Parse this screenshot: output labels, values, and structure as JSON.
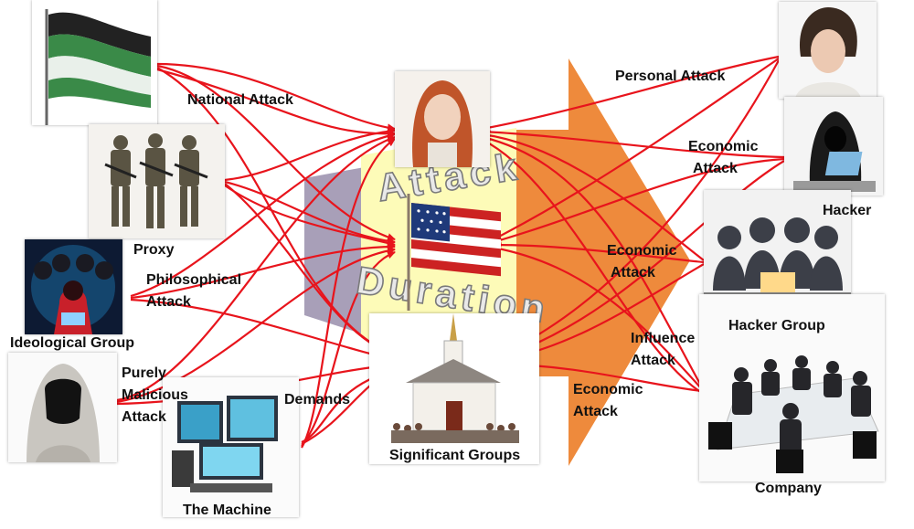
{
  "center": {
    "title_top": "Attack",
    "title_bottom": "Duration"
  },
  "actors_left": {
    "flag": {
      "icon": "national-flag-icon"
    },
    "proxy": {
      "label": "Proxy",
      "icon": "soldiers-icon"
    },
    "ideological_group": {
      "label": "Ideological Group",
      "icon": "hooded-group-icon"
    },
    "purely_malicious": {
      "icon": "hooded-figure-icon"
    },
    "machine": {
      "label": "The Machine",
      "icon": "computer-workstation-icon"
    }
  },
  "targets": {
    "person": {
      "icon": "woman-portrait-icon"
    },
    "nation": {
      "icon": "us-flag-icon"
    },
    "significant_groups": {
      "label": "Significant Groups",
      "icon": "church-icon"
    }
  },
  "actors_right": {
    "individual": {
      "icon": "person-portrait-icon"
    },
    "hacker": {
      "label": "Hacker",
      "icon": "hacker-icon"
    },
    "hacker_group": {
      "label": "Hacker Group",
      "icon": "hacker-group-icon"
    },
    "company": {
      "label": "Company",
      "icon": "meeting-room-icon"
    }
  },
  "edge_labels": {
    "national_attack": "National Attack",
    "philosophical_1": "Philosophical",
    "philosophical_2": "Attack",
    "purely_1": "Purely",
    "purely_2": "Malicious",
    "purely_3": "Attack",
    "demands": "Demands",
    "personal_attack": "Personal Attack",
    "economic_a1": "Economic",
    "economic_a2": "Attack",
    "economic_b1": "Economic",
    "economic_b2": "Attack",
    "influence_1": "Influence",
    "influence_2": "Attack",
    "economic_c1": "Economic",
    "economic_c2": "Attack"
  },
  "colors": {
    "arrow": "#e8141c",
    "timeline_orange": "#ee8a3c",
    "panel_yellow": "#fdfbb8",
    "panel_purple": "#a89fb8"
  }
}
